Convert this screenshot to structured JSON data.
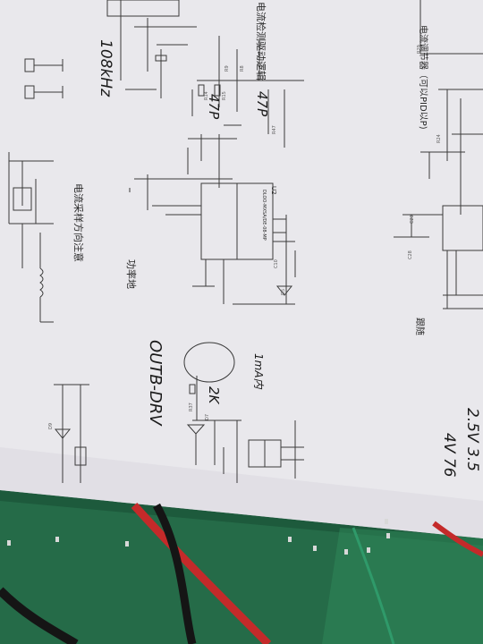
{
  "photo": {
    "subject": "",
    "colors": {
      "paper": "#e9e8ec",
      "ink": "#3a3a3a",
      "pcb": "#1d5a3c",
      "pcb_light": "#2b7a52",
      "cable_red": "#c42a2a",
      "cable_black": "#151515"
    }
  },
  "printed_labels": {
    "title_top": "电流检测驱动逻辑",
    "title_right": "电流调节器（可以PID以P)",
    "title_mid": "电流采样方向注意",
    "title_right_low": "跟随",
    "title_power": "功率地",
    "chip_u2": "U2",
    "chip_text": "DLOO-MXSA/DE-08-MP"
  },
  "handwriting": {
    "note_freq": "108kHz",
    "note_47p_a": "47P",
    "note_47p_b": "47P",
    "note_2k": "2K",
    "note_1mA": "1mA内",
    "note_outb": "OUTB-DRV",
    "note_volts_a": "2.5V  3.5",
    "note_volts_b": "4V  76"
  }
}
